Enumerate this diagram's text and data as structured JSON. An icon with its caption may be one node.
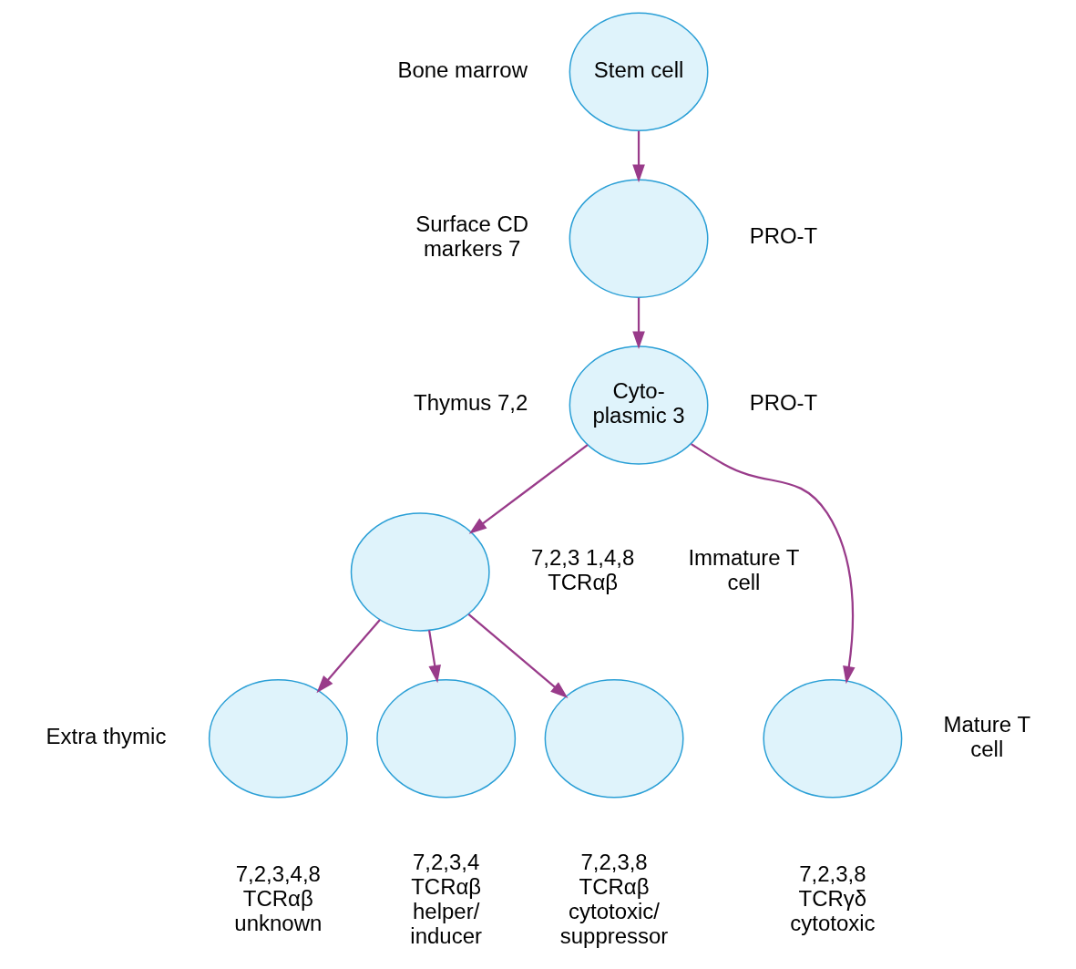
{
  "diagram": {
    "nodes": [
      {
        "text": [
          "Stem cell"
        ]
      },
      {
        "text": [],
        "shape": "circle",
        "beside": [
          "PRO-T"
        ]
      },
      {
        "text": [
          "Cyto- plasmic 3"
        ],
        "beside": [
          "PRO-T"
        ]
      },
      {
        "text": [],
        "shape": "circle"
      },
      {
        "text": [],
        "shape": "circle",
        "beside": [
          "7,2,3,4,8 TCRαβ unknown"
        ]
      },
      {
        "text": [],
        "shape": "circle",
        "beside": [
          "7,2,3,4 TCRαβ helper/ inducer"
        ]
      },
      {
        "text": [],
        "shape": "circle",
        "beside": [
          "7,2,3,8 TCRαβ cytotoxic/ suppressor"
        ]
      },
      {
        "text": [],
        "shape": "circle",
        "beside": [
          "7,2,3,8 TCRγδ cytotoxic"
        ]
      }
    ],
    "edges": [
      {
        "from": 0,
        "to": 1,
        "arrow": "to"
      },
      {
        "from": 1,
        "to": 2,
        "arrow": "to"
      },
      {
        "from": 2,
        "to": 3,
        "arrow": "to"
      },
      {
        "from": 2,
        "to": 7,
        "arrow": "to"
      },
      {
        "from": 3,
        "to": 4,
        "arrow": "to"
      },
      {
        "from": 3,
        "to": 5,
        "arrow": "to"
      },
      {
        "from": 3,
        "to": 6,
        "arrow": "to"
      }
    ],
    "labels": [
      "Bone marrow",
      "Surface CD markers 7",
      "Thymus 7,2",
      "7,2,3 1,4,8 TCRαβ",
      "Immature T cell",
      "Extra thymic",
      "Mature T cell"
    ]
  }
}
